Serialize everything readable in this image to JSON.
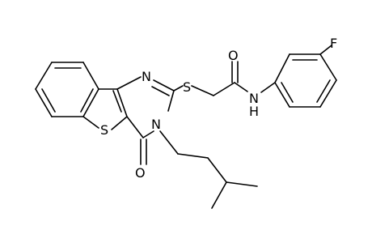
{
  "atoms": {
    "S_ring": "S",
    "N_top": "N",
    "N_ring": "N",
    "S_thio": "S",
    "O_ring": "O",
    "O_amide": "O",
    "NH_amide": "N",
    "H_amide": "H",
    "F": "F"
  }
}
